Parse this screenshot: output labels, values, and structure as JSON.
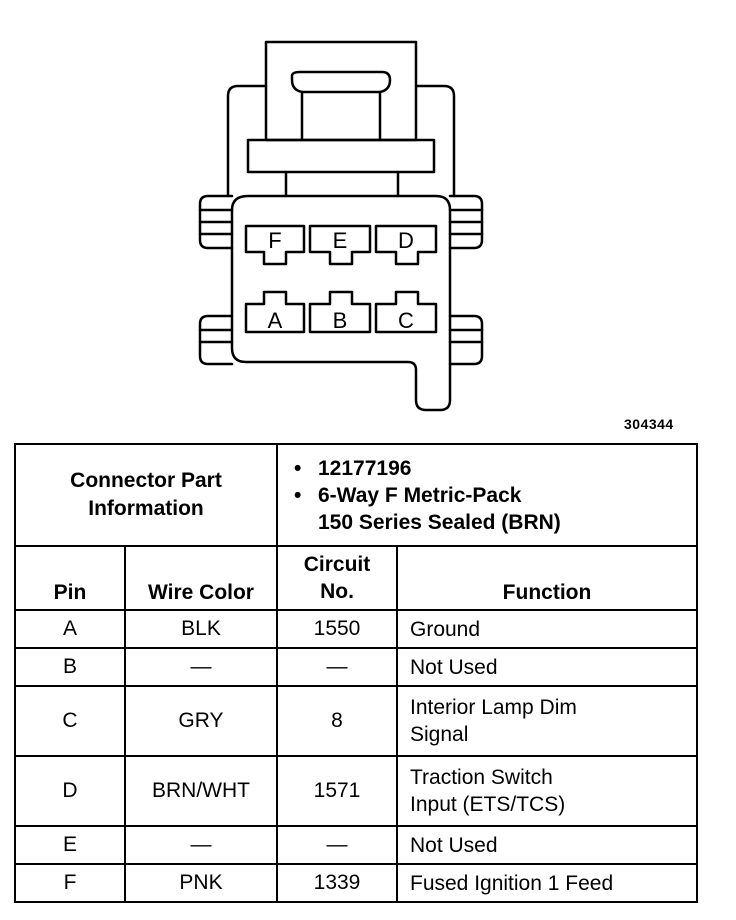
{
  "figure_id": "304344",
  "connector": {
    "pin_labels": [
      "F",
      "E",
      "D",
      "A",
      "B",
      "C"
    ]
  },
  "part_info": {
    "label_line1": "Connector Part",
    "label_line2": "Information",
    "part_number": "12177196",
    "description_line1": "6-Way F Metric-Pack",
    "description_line2": "150 Series Sealed (BRN)"
  },
  "columns": {
    "pin": "Pin",
    "wire_color": "Wire Color",
    "circuit_line1": "Circuit",
    "circuit_line2": "No.",
    "function": "Function"
  },
  "rows": [
    {
      "pin": "A",
      "wire": "BLK",
      "circuit": "1550",
      "function_line1": "Ground",
      "function_line2": ""
    },
    {
      "pin": "B",
      "wire": "—",
      "circuit": "—",
      "function_line1": "Not Used",
      "function_line2": ""
    },
    {
      "pin": "C",
      "wire": "GRY",
      "circuit": "8",
      "function_line1": "Interior Lamp Dim",
      "function_line2": "Signal"
    },
    {
      "pin": "D",
      "wire": "BRN/WHT",
      "circuit": "1571",
      "function_line1": "Traction Switch",
      "function_line2": "Input (ETS/TCS)"
    },
    {
      "pin": "E",
      "wire": "—",
      "circuit": "—",
      "function_line1": "Not Used",
      "function_line2": ""
    },
    {
      "pin": "F",
      "wire": "PNK",
      "circuit": "1339",
      "function_line1": "Fused Ignition 1 Feed",
      "function_line2": ""
    }
  ]
}
